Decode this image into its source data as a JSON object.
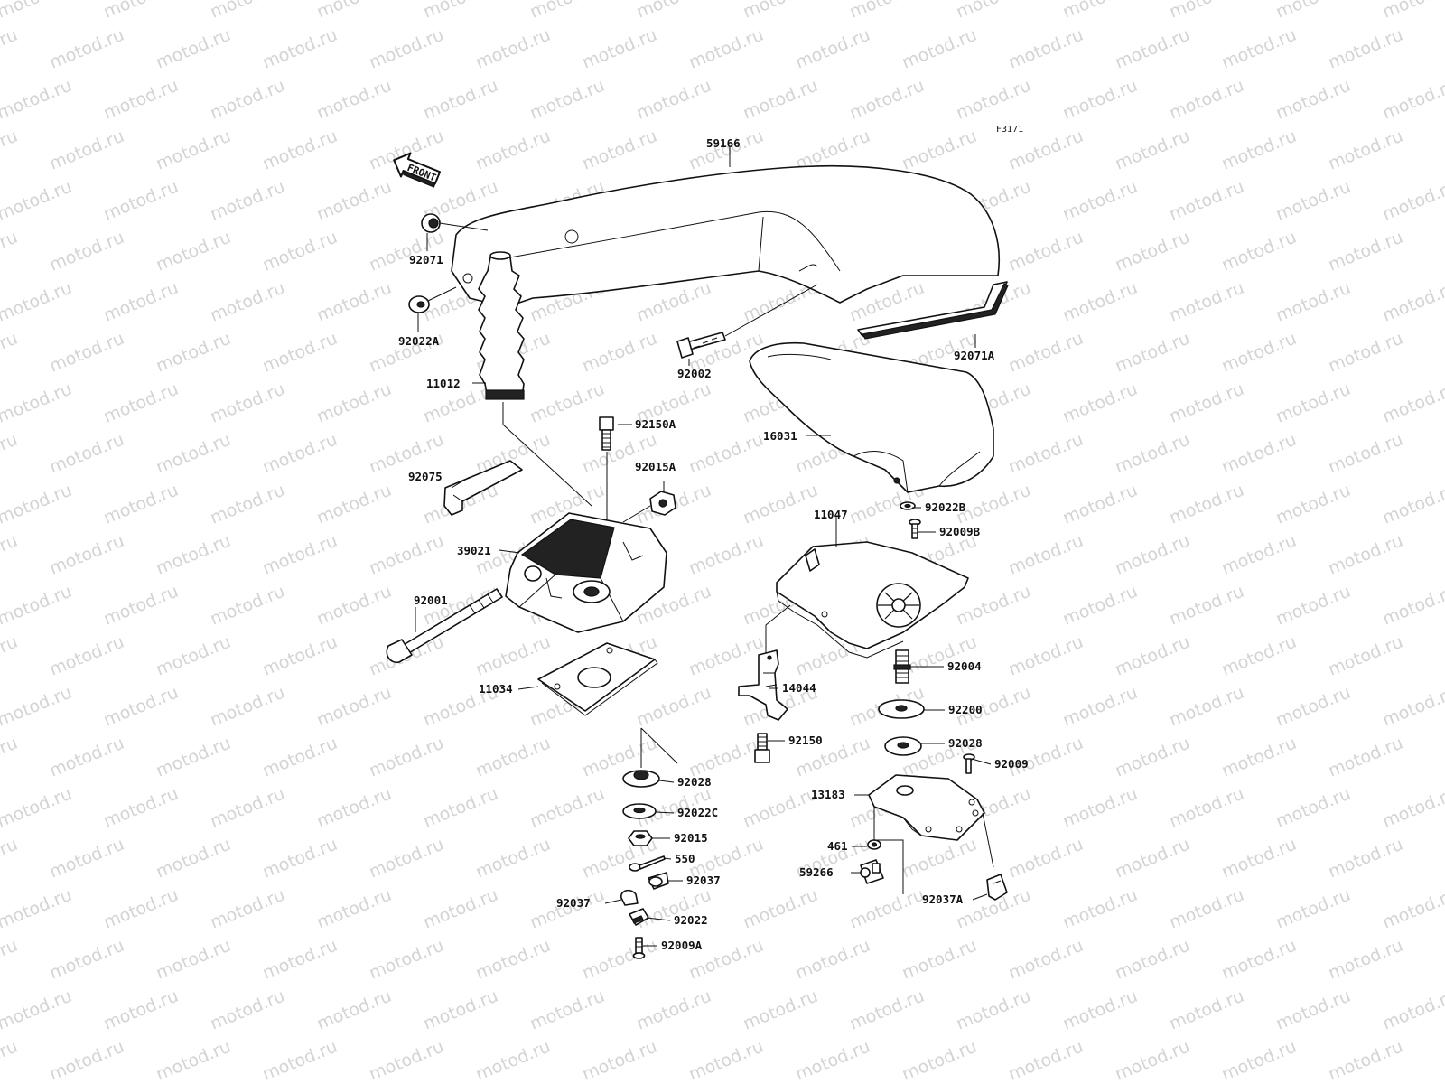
{
  "watermark": "motod.ru",
  "figure_code": "F3171",
  "front_label": "FRONT",
  "parts": [
    {
      "id": "p59166",
      "label": "59166"
    },
    {
      "id": "p92071",
      "label": "92071"
    },
    {
      "id": "p92022A",
      "label": "92022A"
    },
    {
      "id": "p11012",
      "label": "11012"
    },
    {
      "id": "p92002",
      "label": "92002"
    },
    {
      "id": "p92071A",
      "label": "92071A"
    },
    {
      "id": "p16031",
      "label": "16031"
    },
    {
      "id": "p92150A",
      "label": "92150A"
    },
    {
      "id": "p92015A",
      "label": "92015A"
    },
    {
      "id": "p92075",
      "label": "92075"
    },
    {
      "id": "p39021",
      "label": "39021"
    },
    {
      "id": "p92001",
      "label": "92001"
    },
    {
      "id": "p11034",
      "label": "11034"
    },
    {
      "id": "p92022B",
      "label": "92022B"
    },
    {
      "id": "p92009B",
      "label": "92009B"
    },
    {
      "id": "p11047",
      "label": "11047"
    },
    {
      "id": "p92004",
      "label": "92004"
    },
    {
      "id": "p14044",
      "label": "14044"
    },
    {
      "id": "p92200",
      "label": "92200"
    },
    {
      "id": "p92150",
      "label": "92150"
    },
    {
      "id": "p92028a",
      "label": "92028"
    },
    {
      "id": "p92009",
      "label": "92009"
    },
    {
      "id": "p13183",
      "label": "13183"
    },
    {
      "id": "p92028b",
      "label": "92028"
    },
    {
      "id": "p92022C",
      "label": "92022C"
    },
    {
      "id": "p92015",
      "label": "92015"
    },
    {
      "id": "p461",
      "label": "461"
    },
    {
      "id": "p550",
      "label": "550"
    },
    {
      "id": "p59266",
      "label": "59266"
    },
    {
      "id": "p92037a",
      "label": "92037"
    },
    {
      "id": "p92037b",
      "label": "92037"
    },
    {
      "id": "p92037A",
      "label": "92037A"
    },
    {
      "id": "p92022",
      "label": "92022"
    },
    {
      "id": "p92009A",
      "label": "92009A"
    }
  ]
}
